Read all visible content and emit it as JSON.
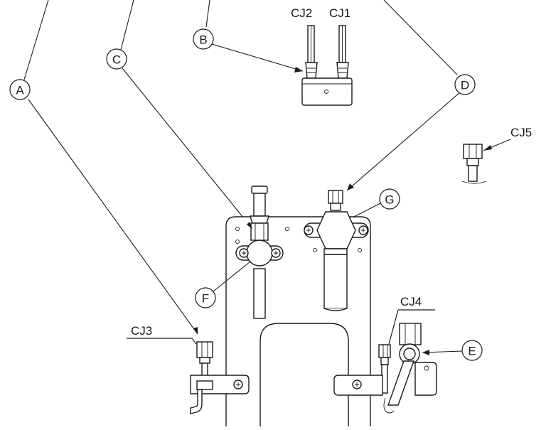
{
  "callouts": {
    "a": "A",
    "b": "B",
    "c": "C",
    "d": "D",
    "e": "E",
    "f": "F",
    "g": "G"
  },
  "connections": {
    "cj1": "CJ1",
    "cj2": "CJ2",
    "cj3": "CJ3",
    "cj4": "CJ4",
    "cj5": "CJ5"
  },
  "colors": {
    "line": "#1a1a1a",
    "background": "#ffffff"
  }
}
